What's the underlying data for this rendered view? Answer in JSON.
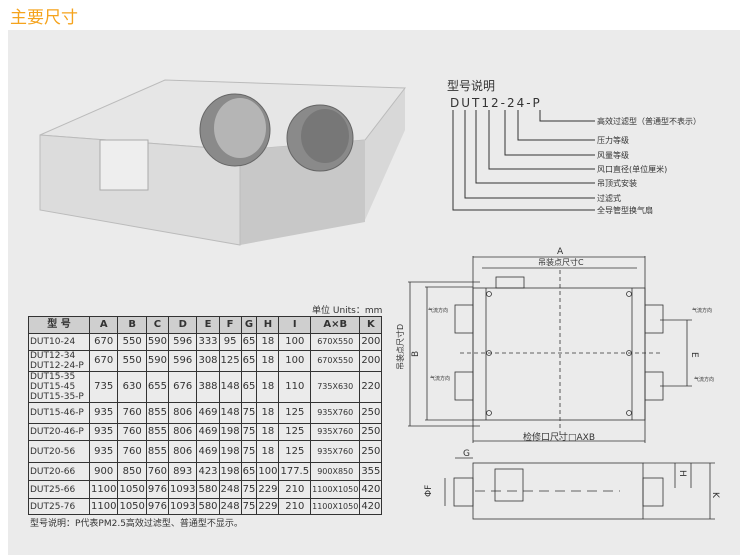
{
  "title": "主要尺寸",
  "model_explain": {
    "title": "型号说明",
    "code": "DUT12-24-P",
    "labels": [
      "高效过滤型（普通型不表示）",
      "压力等级",
      "风量等级",
      "风口直径(单位厘米)",
      "吊顶式安装",
      "过滤式",
      "全导管型换气扇"
    ]
  },
  "units": "单位 Units：mm",
  "table": {
    "headers": [
      "型 号",
      "A",
      "B",
      "C",
      "D",
      "E",
      "F",
      "G",
      "H",
      "I",
      "A×B",
      "K"
    ],
    "rows": [
      {
        "model": "DUT10-24",
        "vals": [
          "670",
          "550",
          "590",
          "596",
          "333",
          "95",
          "65",
          "18",
          "100",
          "670X550",
          "200"
        ]
      },
      {
        "model": "DUT12-34\nDUT12-24-P",
        "vals": [
          "670",
          "550",
          "590",
          "596",
          "308",
          "125",
          "65",
          "18",
          "100",
          "670X550",
          "200"
        ]
      },
      {
        "model": "DUT15-35\nDUT15-45\nDUT15-35-P",
        "vals": [
          "735",
          "630",
          "655",
          "676",
          "388",
          "148",
          "65",
          "18",
          "110",
          "735X630",
          "220"
        ]
      },
      {
        "model": "DUT15-46-P",
        "vals": [
          "935",
          "760",
          "855",
          "806",
          "469",
          "148",
          "75",
          "18",
          "125",
          "935X760",
          "250"
        ]
      },
      {
        "model": "DUT20-46-P",
        "vals": [
          "935",
          "760",
          "855",
          "806",
          "469",
          "198",
          "75",
          "18",
          "125",
          "935X760",
          "250"
        ]
      },
      {
        "model": "DUT20-56",
        "vals": [
          "935",
          "760",
          "855",
          "806",
          "469",
          "198",
          "75",
          "18",
          "125",
          "935X760",
          "250"
        ]
      },
      {
        "model": "DUT20-66",
        "vals": [
          "900",
          "850",
          "760",
          "893",
          "423",
          "198",
          "65",
          "100",
          "177.5",
          "900X850",
          "355"
        ]
      },
      {
        "model": "DUT25-66",
        "vals": [
          "1100",
          "1050",
          "976",
          "1093",
          "580",
          "248",
          "75",
          "229",
          "210",
          "1100X1050",
          "420"
        ]
      },
      {
        "model": "DUT25-76",
        "vals": [
          "1100",
          "1050",
          "976",
          "1093",
          "580",
          "248",
          "75",
          "229",
          "210",
          "1100X1050",
          "420"
        ]
      }
    ]
  },
  "note": "型号说明：P代表PM2.5高效过滤型、普通型不显示。",
  "drawing": {
    "A": "A",
    "C": "吊装点尺寸C",
    "D": "吊装点尺寸D",
    "B": "B",
    "E": "E",
    "access": "检修口尺寸□AXB",
    "airflow": "气流方向",
    "G": "G",
    "F": "ΦF",
    "H": "H",
    "K": "K"
  }
}
